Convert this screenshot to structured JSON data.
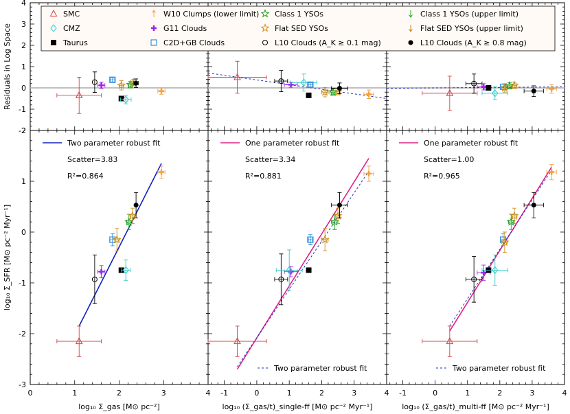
{
  "figure": {
    "ylabel_top": "Residuals in Log Space",
    "ylabel_bottom": "log₁₀ Σ_SFR [M⊙ pc⁻² Myr⁻¹]"
  },
  "legend": [
    {
      "label": "SMC",
      "marker": "triangle-open",
      "color": "#d94040"
    },
    {
      "label": "CMZ",
      "marker": "diamond-open",
      "color": "#30c8c8"
    },
    {
      "label": "Taurus",
      "marker": "square-filled",
      "color": "#000000"
    },
    {
      "label": "W10 Clumps (lower limit)",
      "marker": "arrow-up",
      "color": "#f0a040"
    },
    {
      "label": "G11 Clouds",
      "marker": "plus",
      "color": "#a020f0"
    },
    {
      "label": "C2D+GB Clouds",
      "marker": "square-open",
      "color": "#3090e0"
    },
    {
      "label": "Class 1 YSOs",
      "marker": "star-open",
      "color": "#20a020"
    },
    {
      "label": "Flat SED YSOs",
      "marker": "star-open",
      "color": "#c89020"
    },
    {
      "label": "L10 Clouds (A_K ≥ 0.1 mag)",
      "marker": "circle-open",
      "color": "#000000"
    },
    {
      "label": "Class 1 YSOs (upper limit)",
      "marker": "arrow-down",
      "color": "#20a020"
    },
    {
      "label": "Flat SED YSOs (upper limit)",
      "marker": "arrow-down",
      "color": "#c88020"
    },
    {
      "label": "L10 Clouds (A_K ≥ 0.8 mag)",
      "marker": "circle-filled",
      "color": "#000000"
    }
  ],
  "chart_data": [
    {
      "type": "scatter",
      "panel": "residual",
      "column": 1,
      "xlim": [
        0,
        4
      ],
      "ylim": [
        -2,
        4
      ],
      "ytick_labels": [
        "-2",
        "-1",
        "0",
        "1",
        "2",
        "3",
        "4"
      ],
      "points": [
        {
          "x": 1.1,
          "y": -0.35,
          "marker": "triangle-open",
          "color": "#d94040",
          "xerr": 0.5,
          "yerr": 0.85
        },
        {
          "x": 1.45,
          "y": 0.27,
          "marker": "circle-open",
          "color": "#000000",
          "xerr": 0,
          "yerr": 0.48
        },
        {
          "x": 1.6,
          "y": 0.12,
          "marker": "plus",
          "color": "#a020f0",
          "xerr": 0.08,
          "yerr": 0.15
        },
        {
          "x": 1.85,
          "y": 0.38,
          "marker": "square-open",
          "color": "#3090e0",
          "xerr": 0.05,
          "yerr": 0.1
        },
        {
          "x": 2.05,
          "y": 0.12,
          "marker": "star-open",
          "color": "#c89020",
          "xerr": 0.05,
          "yerr": 0.22
        },
        {
          "x": 2.05,
          "y": -0.5,
          "marker": "square-filled",
          "color": "#000000",
          "xerr": 0,
          "yerr": 0
        },
        {
          "x": 2.15,
          "y": -0.55,
          "marker": "diamond-open",
          "color": "#30c8c8",
          "xerr": 0.12,
          "yerr": 0.2
        },
        {
          "x": 2.25,
          "y": 0.15,
          "marker": "star-open",
          "color": "#20a020",
          "xerr": 0.05,
          "yerr": 0.15
        },
        {
          "x": 2.32,
          "y": 0.25,
          "marker": "star-open",
          "color": "#c89020",
          "xerr": 0.05,
          "yerr": 0.15
        },
        {
          "x": 2.38,
          "y": 0.22,
          "marker": "circle-filled",
          "color": "#000000",
          "xerr": 0.05,
          "yerr": 0.2
        },
        {
          "x": 2.95,
          "y": -0.15,
          "marker": "plus",
          "color": "#f0a040",
          "xerr": 0.08,
          "yerr": 0.15
        }
      ],
      "lines": [
        {
          "style": "solid",
          "color": "#aaaaaa",
          "x": [
            0,
            4
          ],
          "y": [
            0,
            0
          ]
        }
      ]
    },
    {
      "type": "scatter",
      "panel": "residual",
      "column": 2,
      "xlim": [
        -1.5,
        4
      ],
      "ylim": [
        -2,
        4
      ],
      "points": [
        {
          "x": -0.6,
          "y": 0.5,
          "marker": "triangle-open",
          "color": "#d94040",
          "xerr": 0.9,
          "yerr": 0.75
        },
        {
          "x": 0.75,
          "y": 0.32,
          "marker": "circle-open",
          "color": "#000000",
          "xerr": 0.2,
          "yerr": 0.5
        },
        {
          "x": 1.05,
          "y": 0.15,
          "marker": "plus",
          "color": "#a020f0",
          "xerr": 0.2,
          "yerr": 0.12
        },
        {
          "x": 1.45,
          "y": 0.25,
          "marker": "diamond-open",
          "color": "#30c8c8",
          "xerr": 0.4,
          "yerr": 0.4
        },
        {
          "x": 1.65,
          "y": 0.15,
          "marker": "square-open",
          "color": "#3090e0",
          "xerr": 0.06,
          "yerr": 0.1
        },
        {
          "x": 1.6,
          "y": -0.35,
          "marker": "square-filled",
          "color": "#000000",
          "xerr": 0,
          "yerr": 0
        },
        {
          "x": 2.1,
          "y": -0.2,
          "marker": "star-open",
          "color": "#c89020",
          "xerr": 0.1,
          "yerr": 0.22
        },
        {
          "x": 2.35,
          "y": -0.2,
          "marker": "star-open",
          "color": "#20a020",
          "xerr": 0.1,
          "yerr": 0.15
        },
        {
          "x": 2.5,
          "y": -0.18,
          "marker": "star-open",
          "color": "#c89020",
          "xerr": 0.08,
          "yerr": 0.15
        },
        {
          "x": 2.55,
          "y": -0.02,
          "marker": "circle-filled",
          "color": "#000000",
          "xerr": 0.25,
          "yerr": 0.25
        },
        {
          "x": 3.45,
          "y": -0.3,
          "marker": "plus",
          "color": "#f0a040",
          "xerr": 0.15,
          "yerr": 0.2
        }
      ],
      "lines": [
        {
          "style": "solid",
          "color": "#aaaaaa",
          "x": [
            -1.5,
            4
          ],
          "y": [
            0,
            0
          ]
        },
        {
          "style": "dashed",
          "color": "#2030b0",
          "x": [
            -1.5,
            4
          ],
          "y": [
            0.7,
            -0.5
          ]
        }
      ]
    },
    {
      "type": "scatter",
      "panel": "residual",
      "column": 3,
      "xlim": [
        -1.5,
        4
      ],
      "ylim": [
        -2,
        4
      ],
      "points": [
        {
          "x": 0.45,
          "y": -0.25,
          "marker": "triangle-open",
          "color": "#d94040",
          "xerr": 0.85,
          "yerr": 0.8
        },
        {
          "x": 1.2,
          "y": 0.2,
          "marker": "circle-open",
          "color": "#000000",
          "xerr": 0.25,
          "yerr": 0.45
        },
        {
          "x": 1.5,
          "y": 0.05,
          "marker": "plus",
          "color": "#a020f0",
          "xerr": 0.2,
          "yerr": 0.15
        },
        {
          "x": 1.65,
          "y": 0.0,
          "marker": "square-filled",
          "color": "#000000",
          "xerr": 0,
          "yerr": 0
        },
        {
          "x": 1.85,
          "y": -0.25,
          "marker": "diamond-open",
          "color": "#30c8c8",
          "xerr": 0.4,
          "yerr": 0.3
        },
        {
          "x": 2.1,
          "y": 0.05,
          "marker": "square-open",
          "color": "#3090e0",
          "xerr": 0.08,
          "yerr": 0.12
        },
        {
          "x": 2.15,
          "y": 0.0,
          "marker": "star-open",
          "color": "#c89020",
          "xerr": 0.1,
          "yerr": 0.2
        },
        {
          "x": 2.3,
          "y": 0.1,
          "marker": "star-open",
          "color": "#20a020",
          "xerr": 0.08,
          "yerr": 0.15
        },
        {
          "x": 2.45,
          "y": 0.12,
          "marker": "star-open",
          "color": "#c89020",
          "xerr": 0.08,
          "yerr": 0.15
        },
        {
          "x": 3.05,
          "y": -0.15,
          "marker": "circle-filled",
          "color": "#000000",
          "xerr": 0.3,
          "yerr": 0.25
        },
        {
          "x": 3.6,
          "y": -0.05,
          "marker": "plus",
          "color": "#f0a040",
          "xerr": 0.15,
          "yerr": 0.2
        }
      ],
      "lines": [
        {
          "style": "solid",
          "color": "#aaaaaa",
          "x": [
            -1.5,
            4
          ],
          "y": [
            0,
            0
          ]
        },
        {
          "style": "dashed",
          "color": "#2030b0",
          "x": [
            -1.5,
            4
          ],
          "y": [
            -0.02,
            0.05
          ]
        }
      ]
    },
    {
      "type": "scatter",
      "panel": "main",
      "column": 1,
      "xlim": [
        0,
        4
      ],
      "ylim": [
        -3,
        2
      ],
      "xlabel": "log₁₀ Σ_gas [M⊙ pc⁻²]",
      "xtick_labels": [
        "0",
        "1",
        "2",
        "3",
        "4"
      ],
      "ytick_labels": [
        "-3",
        "-2",
        "-1",
        "0",
        "1",
        "2"
      ],
      "fit_label": "Two parameter robust fit",
      "scatter_text": "Scatter=3.83",
      "r2_text": "R²=0.864",
      "points": [
        {
          "x": 1.1,
          "y": -2.15,
          "marker": "triangle-open",
          "color": "#d94040",
          "xerr": 0.5,
          "yerr": 0.3
        },
        {
          "x": 1.45,
          "y": -0.93,
          "marker": "circle-open",
          "color": "#000000",
          "xerr": 0,
          "yerr": 0.48
        },
        {
          "x": 1.6,
          "y": -0.78,
          "marker": "plus",
          "color": "#a020f0",
          "xerr": 0.08,
          "yerr": 0.12
        },
        {
          "x": 1.85,
          "y": -0.15,
          "marker": "square-open",
          "color": "#3090e0",
          "xerr": 0.06,
          "yerr": 0.12
        },
        {
          "x": 1.95,
          "y": -0.15,
          "marker": "star-open",
          "color": "#c89020",
          "xerr": 0.05,
          "yerr": 0.22
        },
        {
          "x": 2.05,
          "y": -0.75,
          "marker": "square-filled",
          "color": "#000000",
          "xerr": 0,
          "yerr": 0
        },
        {
          "x": 2.15,
          "y": -0.75,
          "marker": "diamond-open",
          "color": "#30c8c8",
          "xerr": 0.1,
          "yerr": 0.2
        },
        {
          "x": 2.22,
          "y": 0.2,
          "marker": "star-open",
          "color": "#20a020",
          "xerr": 0.05,
          "yerr": 0.15
        },
        {
          "x": 2.3,
          "y": 0.32,
          "marker": "star-open",
          "color": "#c89020",
          "xerr": 0.05,
          "yerr": 0.15
        },
        {
          "x": 2.38,
          "y": 0.53,
          "marker": "circle-filled",
          "color": "#000000",
          "xerr": 0,
          "yerr": 0.25
        },
        {
          "x": 2.95,
          "y": 1.18,
          "marker": "plus",
          "color": "#f0a040",
          "xerr": 0.08,
          "yerr": 0.12
        }
      ],
      "lines": [
        {
          "style": "solid",
          "color": "#1020c0",
          "x": [
            1.1,
            2.95
          ],
          "y": [
            -1.85,
            1.35
          ]
        }
      ]
    },
    {
      "type": "scatter",
      "panel": "main",
      "column": 2,
      "xlim": [
        -1.5,
        4
      ],
      "ylim": [
        -3,
        2
      ],
      "xlabel": "log₁₀ (Σ_gas/t)_single-ff [M⊙ pc⁻² Myr⁻¹]",
      "xtick_labels": [
        "-1",
        "0",
        "1",
        "2",
        "3",
        "4"
      ],
      "fit_label": "One parameter robust fit",
      "scatter_text": "Scatter=3.34",
      "r2_text": "R²=0.881",
      "dashed_label": "Two parameter robust fit",
      "points": [
        {
          "x": -0.6,
          "y": -2.15,
          "marker": "triangle-open",
          "color": "#d94040",
          "xerr": 0.9,
          "yerr": 0.3
        },
        {
          "x": 0.75,
          "y": -0.93,
          "marker": "circle-open",
          "color": "#000000",
          "xerr": 0.2,
          "yerr": 0.5
        },
        {
          "x": 1.05,
          "y": -0.78,
          "marker": "plus",
          "color": "#a020f0",
          "xerr": 0.2,
          "yerr": 0.1
        },
        {
          "x": 1.0,
          "y": -0.75,
          "marker": "diamond-open",
          "color": "#30c8c8",
          "xerr": 0.4,
          "yerr": 0.4
        },
        {
          "x": 1.65,
          "y": -0.15,
          "marker": "square-open",
          "color": "#3090e0",
          "xerr": 0.06,
          "yerr": 0.1
        },
        {
          "x": 1.6,
          "y": -0.75,
          "marker": "square-filled",
          "color": "#000000",
          "xerr": 0,
          "yerr": 0
        },
        {
          "x": 2.1,
          "y": -0.15,
          "marker": "star-open",
          "color": "#c89020",
          "xerr": 0.1,
          "yerr": 0.22
        },
        {
          "x": 2.4,
          "y": 0.2,
          "marker": "star-open",
          "color": "#20a020",
          "xerr": 0.1,
          "yerr": 0.15
        },
        {
          "x": 2.5,
          "y": 0.32,
          "marker": "star-open",
          "color": "#c89020",
          "xerr": 0.08,
          "yerr": 0.15
        },
        {
          "x": 2.55,
          "y": 0.53,
          "marker": "circle-filled",
          "color": "#000000",
          "xerr": 0.25,
          "yerr": 0.25
        },
        {
          "x": 3.45,
          "y": 1.15,
          "marker": "plus",
          "color": "#f0a040",
          "xerr": 0.15,
          "yerr": 0.15
        }
      ],
      "lines": [
        {
          "style": "solid",
          "color": "#e0208a",
          "x": [
            -0.6,
            3.45
          ],
          "y": [
            -2.7,
            1.45
          ]
        },
        {
          "style": "dashed",
          "color": "#2030b0",
          "x": [
            -0.6,
            3.45
          ],
          "y": [
            -2.65,
            1.2
          ]
        }
      ]
    },
    {
      "type": "scatter",
      "panel": "main",
      "column": 3,
      "xlim": [
        -1.5,
        4
      ],
      "ylim": [
        -3,
        2
      ],
      "xlabel": "log₁₀ (Σ_gas/t)_multi-ff [M⊙ pc⁻² Myr⁻¹]",
      "xtick_labels": [
        "-1",
        "0",
        "1",
        "2",
        "3",
        "4"
      ],
      "fit_label": "One parameter robust fit",
      "scatter_text": "Scatter=1.00",
      "r2_text": "R²=0.965",
      "dashed_label": "Two parameter robust fit",
      "points": [
        {
          "x": 0.45,
          "y": -2.15,
          "marker": "triangle-open",
          "color": "#d94040",
          "xerr": 0.85,
          "yerr": 0.3
        },
        {
          "x": 1.2,
          "y": -0.93,
          "marker": "circle-open",
          "color": "#000000",
          "xerr": 0.25,
          "yerr": 0.45
        },
        {
          "x": 1.5,
          "y": -0.8,
          "marker": "plus",
          "color": "#a020f0",
          "xerr": 0.2,
          "yerr": 0.15
        },
        {
          "x": 1.65,
          "y": -0.75,
          "marker": "square-filled",
          "color": "#000000",
          "xerr": 0,
          "yerr": 0
        },
        {
          "x": 1.85,
          "y": -0.75,
          "marker": "diamond-open",
          "color": "#30c8c8",
          "xerr": 0.4,
          "yerr": 0.3
        },
        {
          "x": 2.1,
          "y": -0.15,
          "marker": "square-open",
          "color": "#3090e0",
          "xerr": 0.08,
          "yerr": 0.12
        },
        {
          "x": 2.15,
          "y": -0.2,
          "marker": "star-open",
          "color": "#c89020",
          "xerr": 0.1,
          "yerr": 0.2
        },
        {
          "x": 2.35,
          "y": 0.2,
          "marker": "star-open",
          "color": "#20a020",
          "xerr": 0.08,
          "yerr": 0.15
        },
        {
          "x": 2.45,
          "y": 0.32,
          "marker": "star-open",
          "color": "#c89020",
          "xerr": 0.08,
          "yerr": 0.15
        },
        {
          "x": 3.05,
          "y": 0.53,
          "marker": "circle-filled",
          "color": "#000000",
          "xerr": 0.3,
          "yerr": 0.25
        },
        {
          "x": 3.6,
          "y": 1.18,
          "marker": "plus",
          "color": "#f0a040",
          "xerr": 0.15,
          "yerr": 0.15
        }
      ],
      "lines": [
        {
          "style": "solid",
          "color": "#e0208a",
          "x": [
            0.45,
            3.6
          ],
          "y": [
            -1.95,
            1.28
          ]
        },
        {
          "style": "dashed",
          "color": "#2030b0",
          "x": [
            0.45,
            3.6
          ],
          "y": [
            -1.85,
            1.22
          ]
        }
      ]
    }
  ]
}
